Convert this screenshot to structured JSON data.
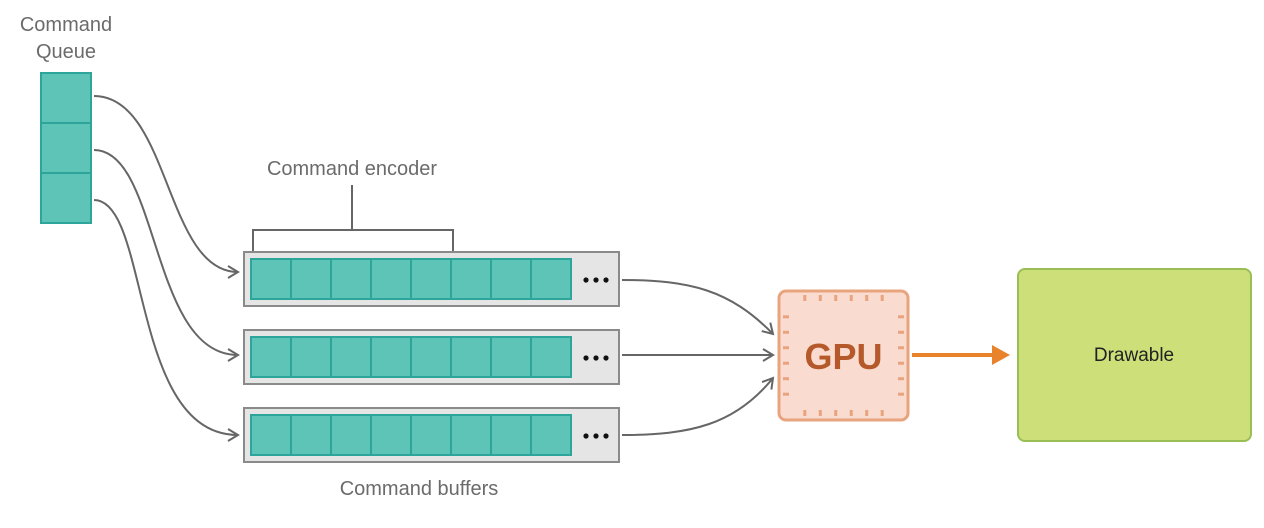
{
  "diagram": {
    "queue": {
      "label_line1": "Command",
      "label_line2": "Queue",
      "slots": 3
    },
    "encoder_label": "Command encoder",
    "buffers": {
      "label": "Command buffers",
      "count": 3,
      "cells_per_buffer": 8,
      "ellipsis": "•••"
    },
    "gpu": {
      "label": "GPU"
    },
    "drawable": {
      "label": "Drawable"
    },
    "colors": {
      "teal_fill": "#5fc4b8",
      "teal_stroke": "#2ea59a",
      "buffer_bg": "#e5e5e5",
      "buffer_stroke": "#8a8a8a",
      "gpu_fill": "#fadbcf",
      "gpu_stroke": "#e8a47e",
      "gpu_text": "#b5592a",
      "orange_arrow": "#e8832c",
      "drawable_fill": "#cddf78",
      "drawable_stroke": "#99be55",
      "connector": "#666666"
    }
  }
}
